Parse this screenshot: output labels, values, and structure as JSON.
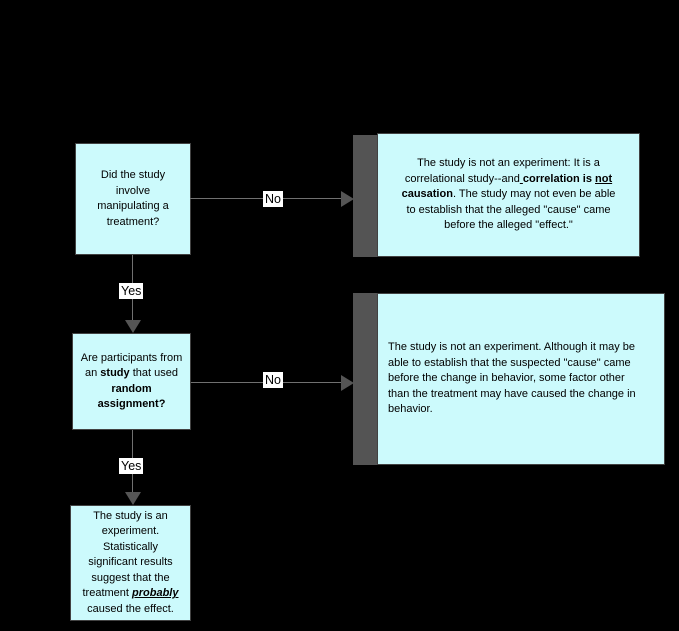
{
  "diagram": {
    "title_hint": "experiment decision flowchart",
    "colors": {
      "background": "#000000",
      "node_fill": "#ccfafc",
      "node_border": "#424242",
      "shadow_bar": "#545454",
      "connector_line": "#707070",
      "arrowhead": "#555555",
      "edge_label_bg": "#ffffff",
      "text": "#000000"
    },
    "edge_labels": {
      "no1": "No",
      "yes1": "Yes",
      "no2": "No",
      "yes2": "Yes"
    },
    "nodes": {
      "q1": {
        "segments": [
          {
            "t": "Did the study\ninvolve\nmanipulating a\ntreatment?"
          }
        ]
      },
      "r1": {
        "segments": [
          {
            "t": "The study is not an experiment: It is a\ncorrelational study--and"
          },
          {
            "t": " ",
            "u": true
          },
          {
            "t": "correlation is ",
            "b": true
          },
          {
            "t": "not",
            "b": true,
            "u": true
          },
          {
            "t": "\n"
          },
          {
            "t": "causation",
            "b": true
          },
          {
            "t": ". The study may not even be able\nto establish that the alleged \"cause\" came\nbefore the alleged \"effect.\""
          }
        ]
      },
      "q2": {
        "segments": [
          {
            "t": "Are participants from\nan "
          },
          {
            "t": "study",
            "b": true
          },
          {
            "t": " that used\n"
          },
          {
            "t": "random\nassignment?",
            "b": true
          }
        ]
      },
      "r2": {
        "segments": [
          {
            "t": "The study is not an experiment. Although it may be\nable to establish that the suspected \"cause\" came\nbefore the change in behavior, some factor other\nthan the treatment may have caused the change in\nbehavior."
          }
        ]
      },
      "final": {
        "segments": [
          {
            "t": "The study is an\nexperiment.\nStatistically\nsignificant results\nsuggest that the\ntreatment "
          },
          {
            "t": "probably",
            "b": true,
            "i": true,
            "u": true
          },
          {
            "t": "\ncaused the effect."
          }
        ]
      }
    }
  }
}
